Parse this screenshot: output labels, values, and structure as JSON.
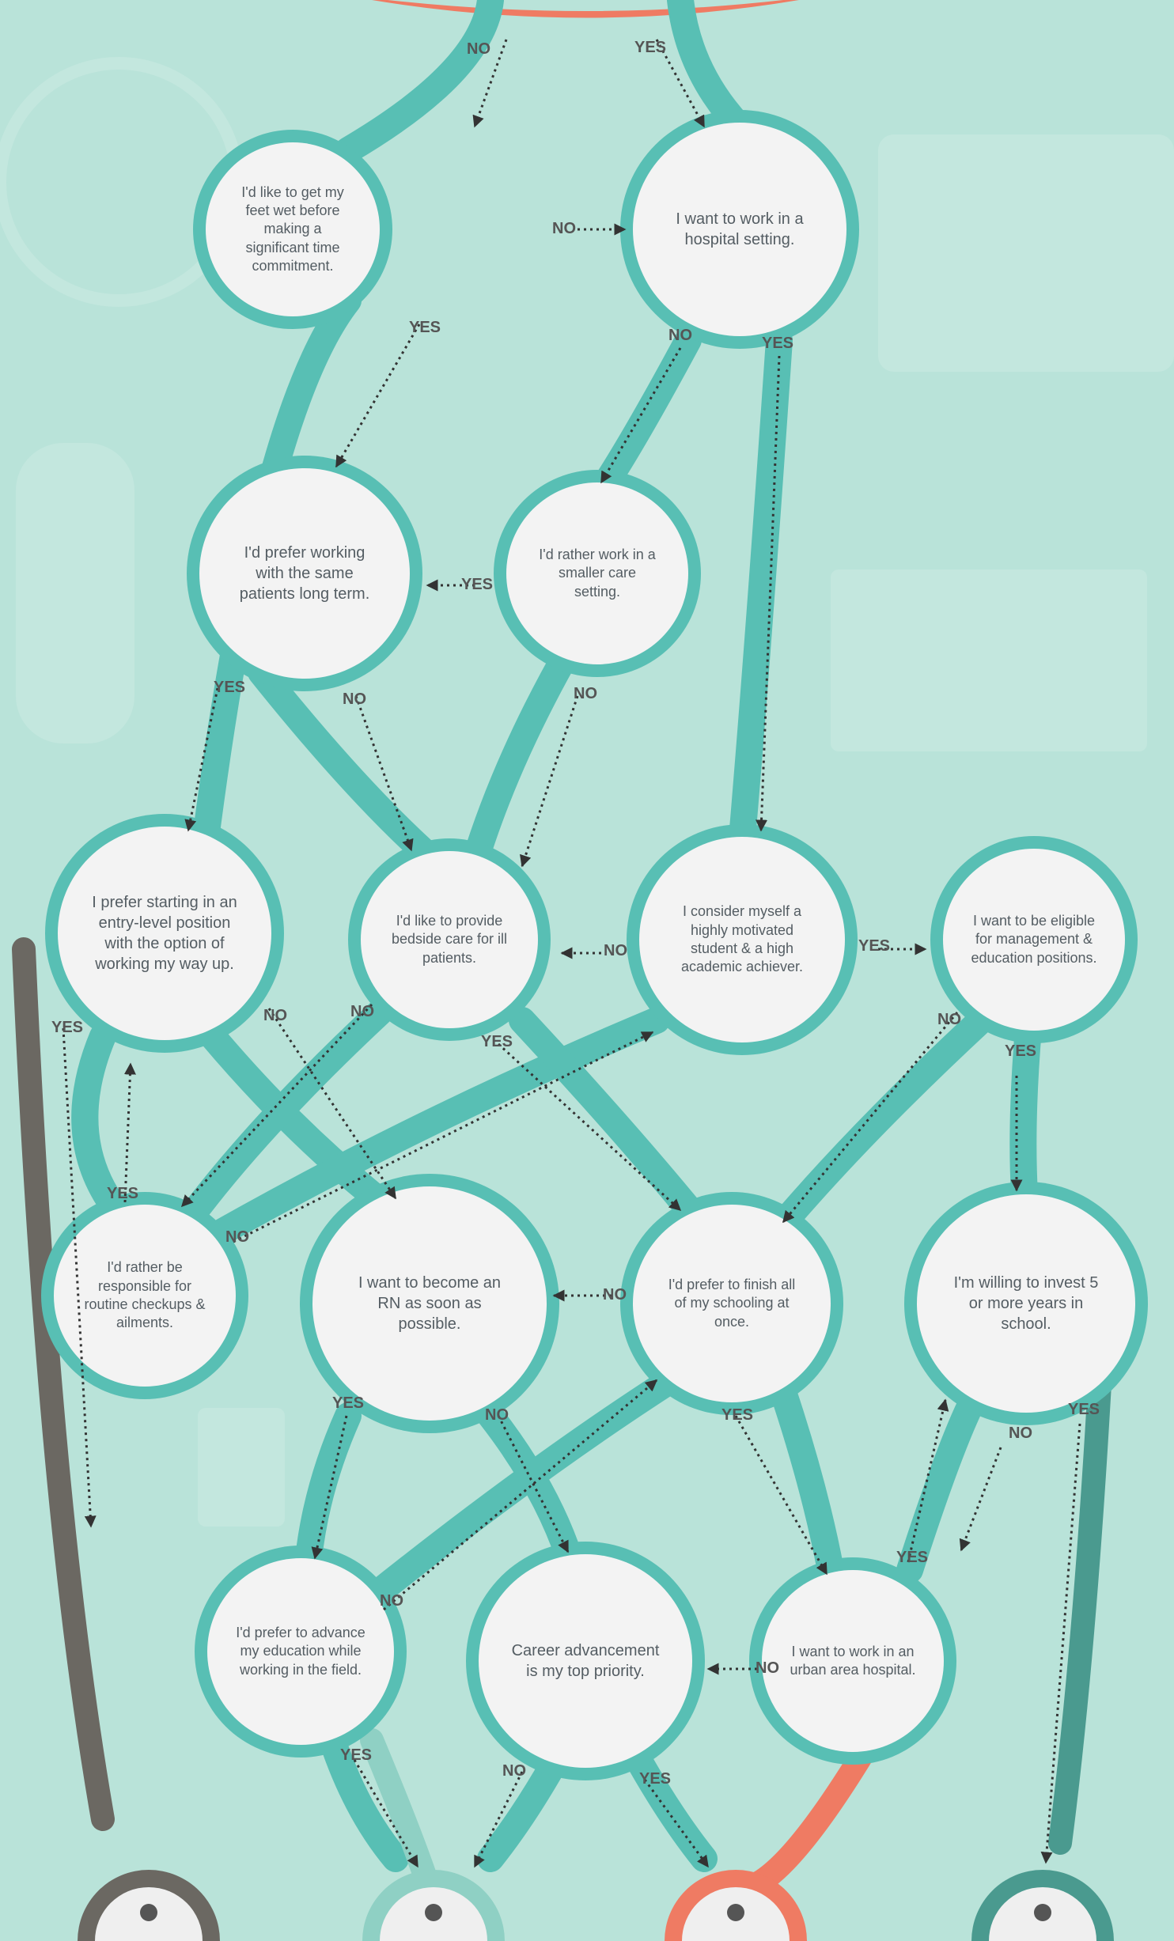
{
  "nodes": [
    {
      "id": "feet_wet",
      "text": "I'd like to get my feet wet before making a significant time commitment."
    },
    {
      "id": "hospital",
      "text": "I want to work in a hospital setting."
    },
    {
      "id": "same_patients",
      "text": "I'd prefer working with the same patients long term."
    },
    {
      "id": "smaller_care",
      "text": "I'd rather work in a smaller care setting."
    },
    {
      "id": "entry_level",
      "text": "I prefer starting in an entry-level position with the option of working my way up."
    },
    {
      "id": "bedside",
      "text": "I'd like to provide bedside care for ill patients."
    },
    {
      "id": "motivated",
      "text": "I consider myself a highly motivated student & a high academic achiever."
    },
    {
      "id": "management",
      "text": "I want to be eligible for management & education positions."
    },
    {
      "id": "routine",
      "text": "I'd rather be responsible for routine checkups & ailments."
    },
    {
      "id": "rn_soon",
      "text": "I want to become an RN as soon as possible."
    },
    {
      "id": "finish_school",
      "text": "I'd prefer to finish all of my schooling at once."
    },
    {
      "id": "invest_5",
      "text": "I'm willing to invest 5 or more years in school."
    },
    {
      "id": "advance_edu",
      "text": "I'd prefer to advance my education while working in the field."
    },
    {
      "id": "career_adv",
      "text": "Career advancement is my top priority."
    },
    {
      "id": "urban",
      "text": "I want to work in an urban area hospital."
    }
  ],
  "edge_labels": {
    "yes": "YES",
    "no": "NO"
  },
  "edges": [
    {
      "id": "top_no",
      "label": "no"
    },
    {
      "id": "top_yes",
      "label": "yes"
    },
    {
      "id": "feet_hosp_no",
      "label": "no"
    },
    {
      "id": "feet_same_yes",
      "label": "yes"
    },
    {
      "id": "hosp_smaller_no",
      "label": "no"
    },
    {
      "id": "hosp_motiv_yes",
      "label": "yes"
    },
    {
      "id": "smaller_same_yes",
      "label": "yes"
    },
    {
      "id": "smaller_bedside_no",
      "label": "no"
    },
    {
      "id": "same_entry_yes",
      "label": "yes"
    },
    {
      "id": "same_bedside_no",
      "label": "no"
    },
    {
      "id": "motiv_bedside_no",
      "label": "no"
    },
    {
      "id": "motiv_mgmt_yes",
      "label": "yes"
    },
    {
      "id": "entry_rn_no",
      "label": "no"
    },
    {
      "id": "entry_out_yes",
      "label": "yes"
    },
    {
      "id": "bedside_routine_no",
      "label": "no"
    },
    {
      "id": "bedside_finish_yes",
      "label": "yes"
    },
    {
      "id": "routine_entry_yes",
      "label": "yes"
    },
    {
      "id": "routine_motiv_no",
      "label": "no"
    },
    {
      "id": "mgmt_finish_no",
      "label": "no"
    },
    {
      "id": "mgmt_invest_yes",
      "label": "yes"
    },
    {
      "id": "finish_rn_no",
      "label": "no"
    },
    {
      "id": "finish_urban_yes",
      "label": "yes"
    },
    {
      "id": "rn_advance_yes",
      "label": "yes"
    },
    {
      "id": "rn_career_no",
      "label": "no"
    },
    {
      "id": "advance_finish_no",
      "label": "no"
    },
    {
      "id": "urban_career_no",
      "label": "no"
    },
    {
      "id": "urban_invest_yes",
      "label": "yes"
    },
    {
      "id": "invest_out_no",
      "label": "no"
    },
    {
      "id": "invest_out_yes",
      "label": "yes"
    },
    {
      "id": "advance_out_yes",
      "label": "yes"
    },
    {
      "id": "career_out_no",
      "label": "no"
    },
    {
      "id": "career_out_yes",
      "label": "yes"
    }
  ],
  "colors": {
    "background": "#b9e3d9",
    "path": "#58bfb4",
    "node_fill": "#f3f3f3",
    "node_text": "#545d63",
    "arrow": "#333333",
    "label_text": "#555555",
    "outcome_grey": "#6b6862",
    "outcome_light": "#8fd0c4",
    "outcome_coral": "#ef7b63",
    "outcome_teal": "#4a9a8f",
    "top_banner": "#ef7b63"
  }
}
